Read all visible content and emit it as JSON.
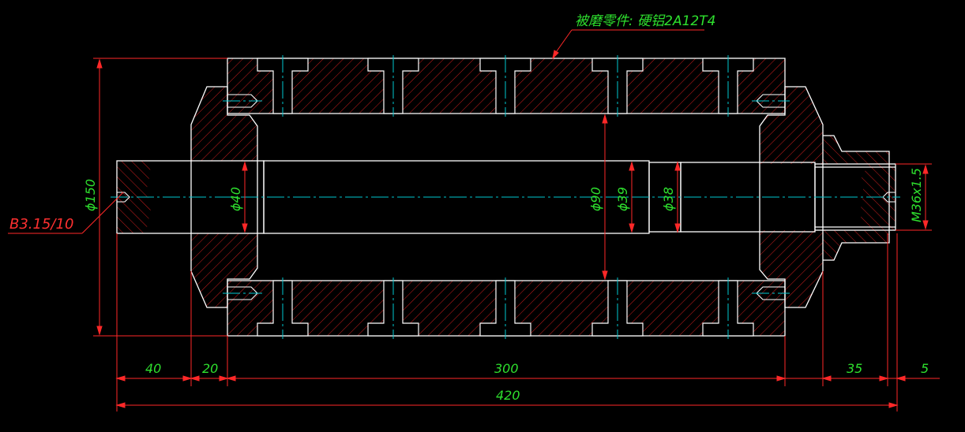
{
  "drawing": {
    "title_annotation": "被磨零件: 硬铝2A12T4",
    "center_hole_callout": "B3.15/10",
    "colors": {
      "background": "#000000",
      "outline": "#ffffff",
      "hatch": "#c81e1e",
      "dimension": "#ff2828",
      "dim_text": "#2ee02e",
      "centerline": "#00c8d0"
    },
    "diameters": {
      "outer_sleeve": "ϕ150",
      "shaft_left": "ϕ40",
      "bore_inner": "ϕ90",
      "shaft_mid": "ϕ39",
      "shaft_right": "ϕ38",
      "thread": "M36x1.5"
    },
    "lengths": {
      "left_end": "40",
      "left_flange": "20",
      "sleeve": "300",
      "right_boss": "35",
      "thread_tip": "5",
      "overall": "420"
    }
  }
}
